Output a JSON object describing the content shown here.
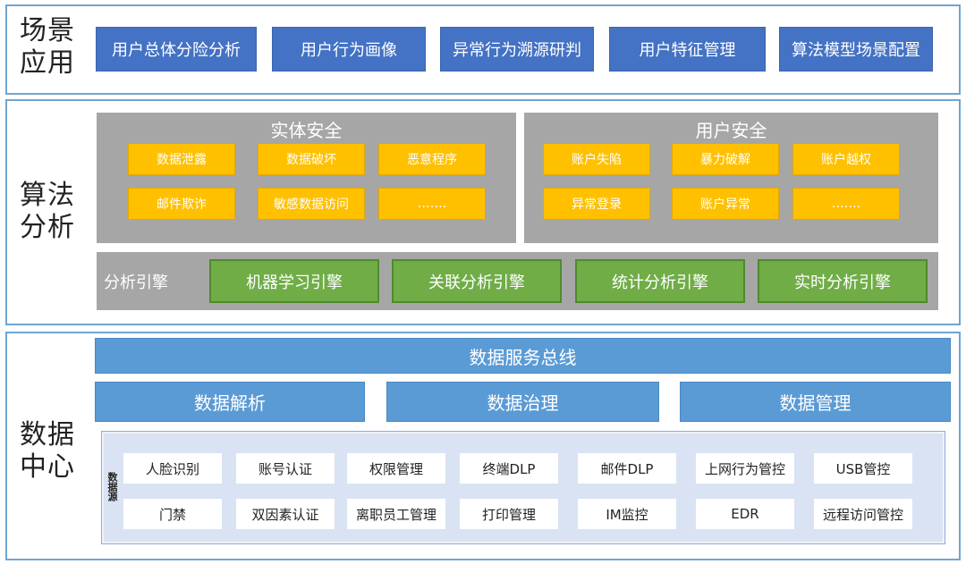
{
  "scene": {
    "title": "场景\n应用",
    "items": [
      "用户总体分险分析",
      "用户行为画像",
      "异常行为溯源研判",
      "用户特征管理",
      "算法模型场景配置"
    ]
  },
  "algo": {
    "title": "算法\n分析",
    "entity": {
      "title": "实体安全",
      "items": [
        "数据泄露",
        "数据破坏",
        "恶意程序",
        "邮件欺诈",
        "敏感数据访问",
        "……."
      ]
    },
    "user": {
      "title": "用户安全",
      "items": [
        "账户失陷",
        "暴力破解",
        "账户越权",
        "异常登录",
        "账户异常",
        "……."
      ]
    },
    "engine": {
      "label": "分析引擎",
      "items": [
        "机器学习引擎",
        "关联分析引擎",
        "统计分析引擎",
        "实时分析引擎"
      ]
    }
  },
  "data_center": {
    "title": "数据\n中心",
    "bus": "数据服务总线",
    "mid": [
      "数据解析",
      "数据治理",
      "数据管理"
    ],
    "source_label": "数据源",
    "sources": [
      "人脸识别",
      "账号认证",
      "权限管理",
      "终端DLP",
      "邮件DLP",
      "上网行为管控",
      "USB管控",
      "门禁",
      "双因素认证",
      "离职员工管理",
      "打印管理",
      "IM监控",
      "EDR",
      "远程访问管控"
    ]
  }
}
